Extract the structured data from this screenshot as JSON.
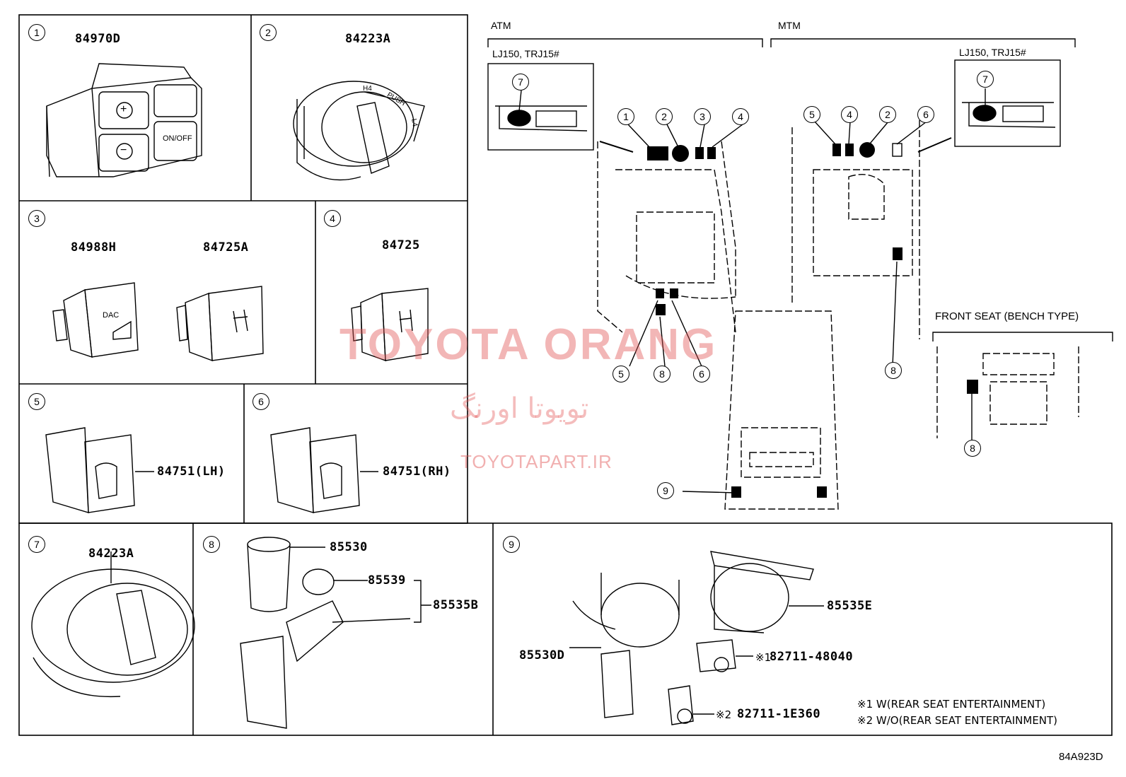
{
  "panels": [
    {
      "num": "1",
      "parts": [
        "84970D"
      ]
    },
    {
      "num": "2",
      "parts": [
        "84223A"
      ]
    },
    {
      "num": "3",
      "parts": [
        "84988H",
        "84725A"
      ]
    },
    {
      "num": "4",
      "parts": [
        "84725"
      ]
    },
    {
      "num": "5",
      "parts": [
        "84751(LH)"
      ]
    },
    {
      "num": "6",
      "parts": [
        "84751(RH)"
      ]
    },
    {
      "num": "7",
      "parts": [
        "84223A"
      ]
    },
    {
      "num": "8",
      "parts": [
        "85530",
        "85539",
        "85535B"
      ]
    },
    {
      "num": "9",
      "parts": [
        "85535E",
        "85530D",
        "82711-48040",
        "82711-1E360"
      ]
    }
  ],
  "switch_text": {
    "plus": "+",
    "minus": "−",
    "onoff": "ON/OFF",
    "dac": "DAC",
    "push": "PUSH",
    "h4": "H4",
    "l4": "L4",
    "dac_badge": "DAC"
  },
  "overview": {
    "atm": "ATM",
    "mtm": "MTM",
    "variant": "LJ150, TRJ15#",
    "front_seat": "FRONT SEAT (BENCH TYPE)",
    "atm_callouts": [
      "1",
      "2",
      "3",
      "4"
    ],
    "mtm_callouts": [
      "5",
      "4",
      "2",
      "6"
    ],
    "atm_lower_callouts": [
      "5",
      "8",
      "6"
    ],
    "inset_callout": "7",
    "mtm_lower_callout": "8",
    "bench_callout": "8",
    "rear_callout": "9"
  },
  "notes": {
    "mark1": "※1",
    "mark2": "※2",
    "n1": "※1 W(REAR SEAT ENTERTAINMENT)",
    "n2": "※2 W/O(REAR SEAT ENTERTAINMENT)"
  },
  "illustration_id": "84A923D",
  "watermark": {
    "main": "TOYOTA ORANG",
    "persian": "تویوتا اورنگ",
    "site": "TOYOTAPART.IR"
  }
}
